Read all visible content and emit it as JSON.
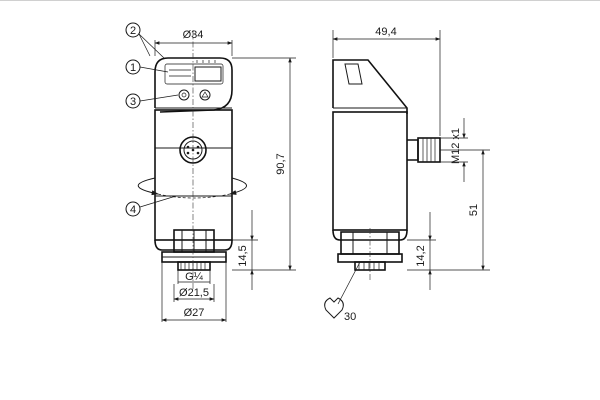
{
  "callouts": [
    "1",
    "2",
    "3",
    "4"
  ],
  "dimensions": {
    "front_width": "Ø34",
    "side_depth": "49,4",
    "total_height": "90,7",
    "lower_height": "14,5",
    "thread": "G¼",
    "hex_diameter": "Ø21,5",
    "base_diameter": "Ø27",
    "connector": "M12 x1",
    "connector_height": "51",
    "side_lower_height": "14,2",
    "wrench_size": "30"
  },
  "colors": {
    "line": "#1a1a1a",
    "background": "#ffffff"
  }
}
